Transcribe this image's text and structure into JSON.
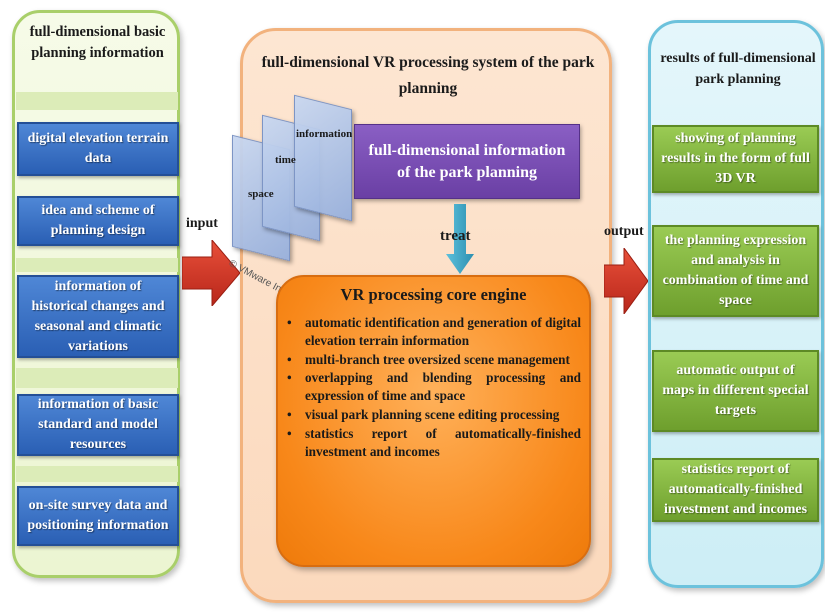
{
  "left": {
    "title": "full-dimensional basic planning information",
    "items": [
      "digital elevation terrain data",
      "idea and scheme of planning design",
      "information of historical changes and seasonal and climatic variations",
      "information of basic standard and model resources",
      "on-site survey data and positioning information"
    ]
  },
  "center": {
    "title": "full-dimensional VR processing system of the park planning",
    "layers": [
      "information",
      "time",
      "space"
    ],
    "watermark": "© VMware Inc.",
    "info_box": "full-dimensional information of the park planning",
    "treat_label": "treat",
    "core": {
      "title": "VR processing core engine",
      "items": [
        "automatic identification and generation of digital elevation terrain information",
        "multi-branch tree oversized scene management",
        "overlapping and blending processing and expression of time and space",
        "visual park planning scene editing processing",
        "statistics report of automatically-finished investment and incomes"
      ],
      "bullet": "•"
    }
  },
  "arrows": {
    "input_label": "input",
    "output_label": "output"
  },
  "right": {
    "title": "results of full-dimensional park planning",
    "items": [
      "showing of planning results in the form of full 3D VR",
      "the planning expression and analysis in combination of time and space",
      "automatic output of maps in different special targets",
      "statistics report of automatically-finished investment and incomes"
    ]
  },
  "colors": {
    "left_accent": "#a9cf6a",
    "blue_box": "#2f66b9",
    "center_panel": "#fbd9bd",
    "purple_box": "#7a4fb4",
    "core_box": "#f8881a",
    "arrow_red": "#d83a2a",
    "treat_arrow": "#3aa6c4",
    "right_accent": "#6cc2dc",
    "green_box": "#7aab38"
  }
}
